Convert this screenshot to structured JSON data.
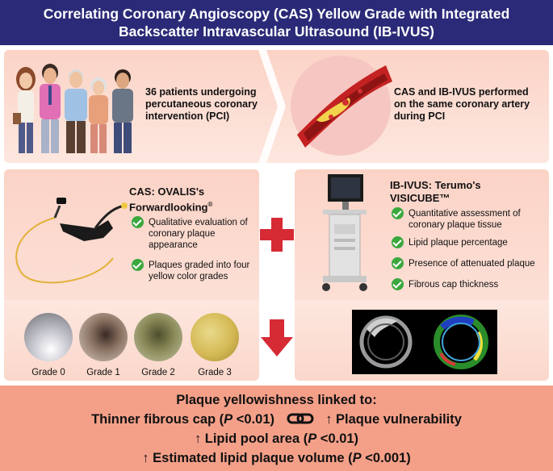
{
  "header": {
    "line1": "Correlating Coronary Angioscopy (CAS) Yellow Grade with Integrated",
    "line2": "Backscatter Intravascular Ultrasound (IB-IVUS)"
  },
  "top": {
    "patients_text": "36 patients undergoing percutaneous coronary intervention (PCI)",
    "procedure_text": "CAS and IB-IVUS performed on the same coronary artery during PCI"
  },
  "cas": {
    "title_line1": "CAS: OVALIS's",
    "title_line2": "Forwardlooking",
    "title_mark": "®",
    "bullets": [
      "Qualitative evaluation of coronary plaque appearance",
      "Plaques graded into four yellow color grades"
    ],
    "grades": [
      "Grade 0",
      "Grade 1",
      "Grade 2",
      "Grade 3"
    ]
  },
  "ivus": {
    "title_line1": "IB-IVUS: Terumo's",
    "title_line2": "VISICUBE™",
    "bullets": [
      "Quantitative assessment of coronary plaque tissue",
      "Lipid plaque percentage",
      "Presence of attenuated plaque",
      "Fibrous cap thickness"
    ]
  },
  "bottom": {
    "line1": "Plaque yellowishness linked to:",
    "line2_left": "Thinner fibrous cap (",
    "p_symbol": "P",
    "line2_left_val": " <0.01)",
    "line2_right": "↑ Plaque vulnerability",
    "line3_pre": "↑ Lipid pool area (",
    "line3_val": " <0.01)",
    "line4_pre": "↑ Estimated lipid plaque volume (",
    "line4_val": " <0.001)"
  },
  "colors": {
    "header_bg": "#2a2a78",
    "panel_bg": "#fbd3c6",
    "bottom_bg": "#f4a089",
    "check": "#3aa83e",
    "plus": "#d62a35",
    "arrow": "#d62a35"
  }
}
